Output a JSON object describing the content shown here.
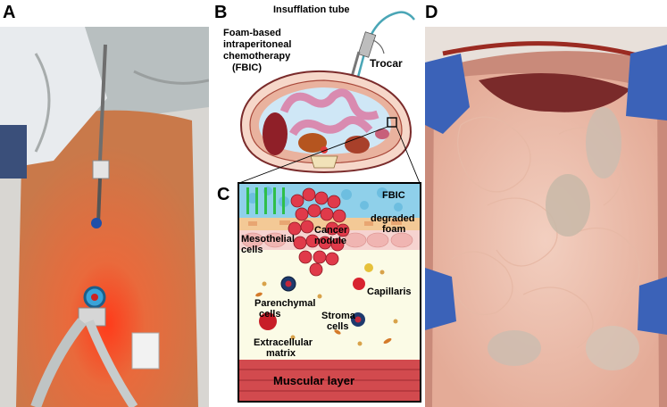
{
  "panels": {
    "a": {
      "letter": "A"
    },
    "b": {
      "letter": "B",
      "insufflation_tube": "Insufflation tube",
      "fbic_line1": "Foam-based",
      "fbic_line2": "intraperitoneal",
      "fbic_line3": "chemotherapy",
      "fbic_line4": "(FBIC)",
      "trocar": "Trocar"
    },
    "c": {
      "letter": "C",
      "fbic": "FBIC",
      "degraded_line1": "degraded",
      "degraded_line2": "foam",
      "cancer_line1": "Cancer",
      "cancer_line2": "nodule",
      "meso_line1": "Mesothelial",
      "meso_line2": "cells",
      "capillaris": "Capillaris",
      "parenchymal_line1": "Parenchymal",
      "parenchymal_line2": "cells",
      "stroma_line1": "Stroma",
      "stroma_line2": "cells",
      "ecm_line1": "Extracellular",
      "ecm_line2": "matrix",
      "muscular": "Muscular layer"
    },
    "d": {
      "letter": "D"
    }
  }
}
